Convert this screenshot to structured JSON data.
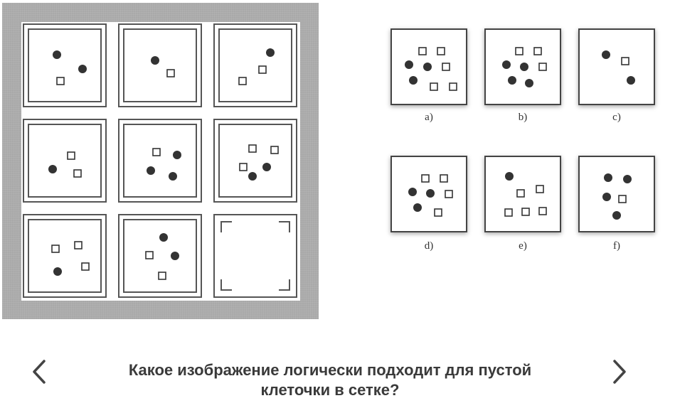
{
  "question": {
    "line1": "Какое изображение логически подходит для пустой",
    "line2": "клеточки в сетке?"
  },
  "nav": {
    "prev_icon": "chevron-left-icon",
    "next_icon": "chevron-right-icon"
  },
  "options": [
    {
      "label": "a)"
    },
    {
      "label": "b)"
    },
    {
      "label": "c)"
    },
    {
      "label": "d)"
    },
    {
      "label": "e)"
    },
    {
      "label": "f)"
    }
  ],
  "colors": {
    "panel": "#a9a9a9",
    "ink": "#333333",
    "text": "#3a3a3a"
  }
}
